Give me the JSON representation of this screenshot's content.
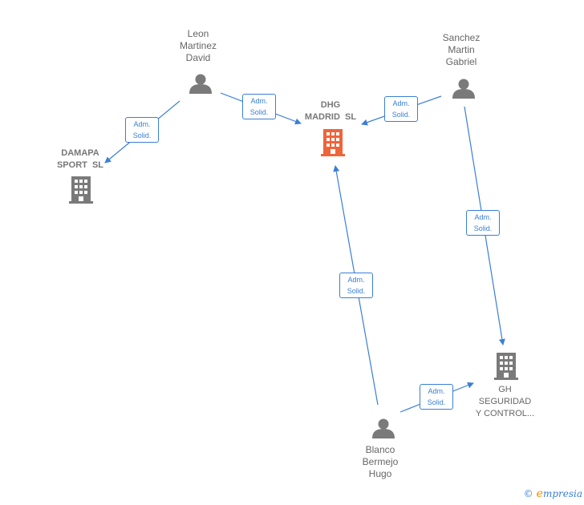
{
  "nodes": {
    "leon": {
      "label": "Leon\nMartinez\nDavid",
      "lines": [
        "Leon",
        "Martinez",
        "David"
      ]
    },
    "sanchez": {
      "lines": [
        "Sanchez",
        "Martin",
        "Gabriel"
      ]
    },
    "blanco": {
      "lines": [
        "Blanco",
        "Bermejo",
        "Hugo"
      ]
    },
    "dhg": {
      "lines": [
        "DHG",
        "MADRID  SL"
      ]
    },
    "damapa": {
      "lines": [
        "DAMAPA",
        "SPORT  SL"
      ]
    },
    "gh": {
      "lines": [
        "GH",
        "SEGURIDAD",
        "Y CONTROL..."
      ]
    }
  },
  "edge_label": {
    "line1": "Adm.",
    "line2": "Solid."
  },
  "colors": {
    "edge": "#3a7fd5",
    "person": "#7a7a7a",
    "company": "#7a7a7a",
    "focus_company": "#f0643a"
  },
  "footer": {
    "copyright_symbol": "©",
    "brand_first": "e",
    "brand_rest": "mpresia"
  }
}
